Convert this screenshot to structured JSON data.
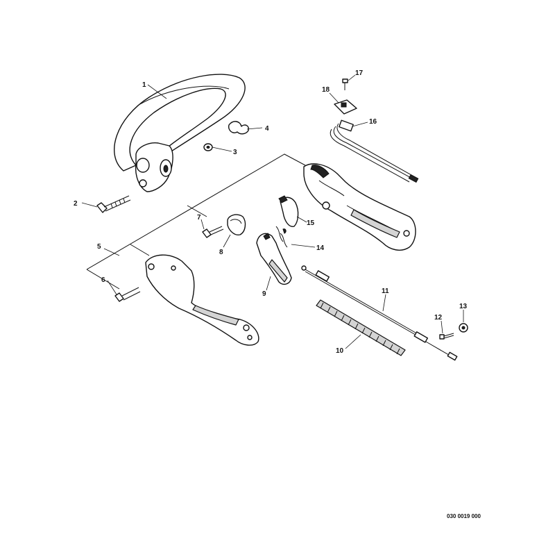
{
  "diagram": {
    "reference_code": "030 0019 000",
    "callouts": [
      {
        "id": "1",
        "label": "1"
      },
      {
        "id": "2",
        "label": "2"
      },
      {
        "id": "3",
        "label": "3"
      },
      {
        "id": "4",
        "label": "4"
      },
      {
        "id": "5",
        "label": "5"
      },
      {
        "id": "6",
        "label": "6"
      },
      {
        "id": "7",
        "label": "7"
      },
      {
        "id": "8",
        "label": "8"
      },
      {
        "id": "9",
        "label": "9"
      },
      {
        "id": "10",
        "label": "10"
      },
      {
        "id": "11",
        "label": "11"
      },
      {
        "id": "12",
        "label": "12"
      },
      {
        "id": "13",
        "label": "13"
      },
      {
        "id": "14",
        "label": "14"
      },
      {
        "id": "15",
        "label": "15"
      },
      {
        "id": "16",
        "label": "16"
      },
      {
        "id": "17",
        "label": "17"
      },
      {
        "id": "18",
        "label": "18"
      }
    ]
  }
}
